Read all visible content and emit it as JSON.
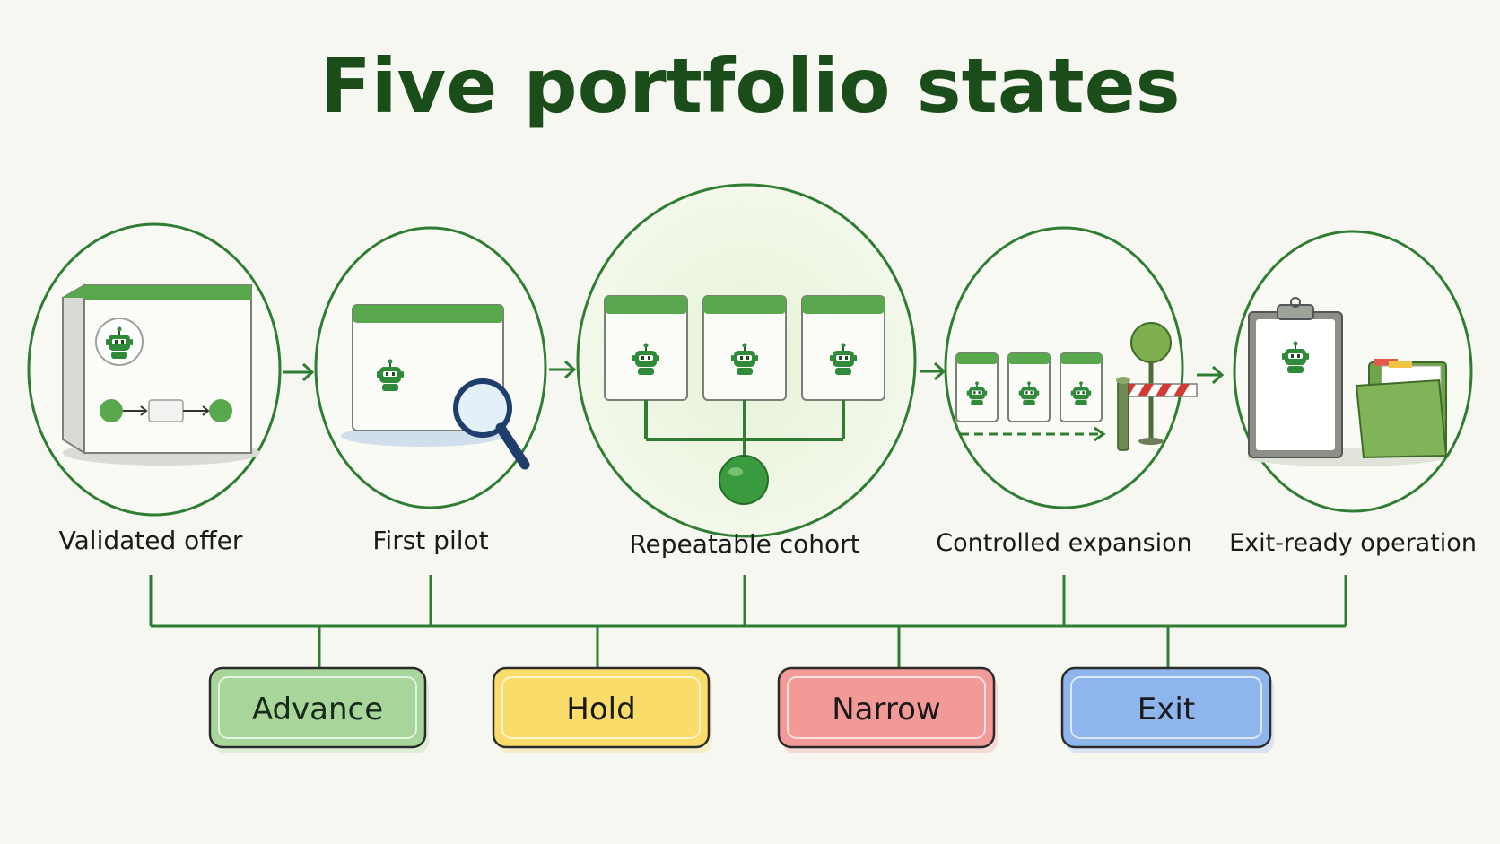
{
  "title": "Five portfolio states",
  "states": [
    {
      "label": "Validated offer",
      "icon": "offer-box-icon"
    },
    {
      "label": "First pilot",
      "icon": "pilot-window-icon"
    },
    {
      "label": "Repeatable cohort",
      "icon": "cohort-windows-icon"
    },
    {
      "label": "Controlled expansion",
      "icon": "expansion-gate-icon"
    },
    {
      "label": "Exit-ready operation",
      "icon": "clipboard-folder-icon"
    }
  ],
  "decisions": [
    {
      "label": "Advance",
      "color": "#a8d59a",
      "border": "#5a9e4e"
    },
    {
      "label": "Hold",
      "color": "#f9dc6a",
      "border": "#c9a83a"
    },
    {
      "label": "Narrow",
      "color": "#f29a98",
      "border": "#c25b58"
    },
    {
      "label": "Exit",
      "color": "#8eb5ec",
      "border": "#4d7bc4"
    }
  ],
  "colors": {
    "accent": "#2e7d32",
    "dark_green": "#1b4d1b",
    "robot": "#2f8a3a",
    "background": "#f7f7f1"
  }
}
